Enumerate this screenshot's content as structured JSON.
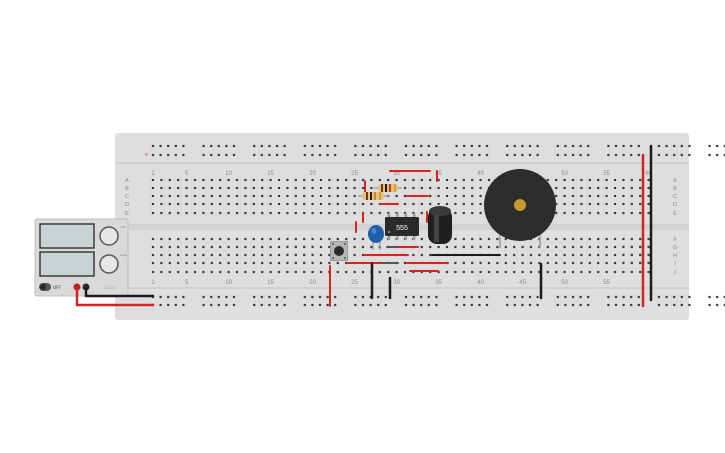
{
  "breadboard": {
    "column_numbers_top": [
      "1",
      "5",
      "10",
      "15",
      "20",
      "25",
      "30",
      "35",
      "40",
      "45",
      "50",
      "55",
      "60"
    ],
    "column_numbers_bottom": [
      "1",
      "5",
      "10",
      "15",
      "20",
      "25",
      "30",
      "35",
      "40",
      "45",
      "50",
      "55"
    ],
    "row_letters_top": [
      "A",
      "B",
      "C",
      "D",
      "E"
    ],
    "row_letters_bottom": [
      "F",
      "G",
      "H",
      "I",
      "J"
    ],
    "rail_sign": "+"
  },
  "chip": {
    "label": "555"
  },
  "power_supply": {
    "toggle_label": "OFF",
    "knob1_label": "volt",
    "knob2_label": "amp",
    "model_label": "CC  CV"
  },
  "colors": {
    "board": "#dedede",
    "hole": "#3a3a3a",
    "wire_red": "#d62222",
    "wire_black": "#1b1b1b",
    "wire_gray": "#555555",
    "led_blue": "#1f5fa8",
    "buzzer": "#2c2c2c",
    "buzzer_center": "#c79a2b"
  }
}
